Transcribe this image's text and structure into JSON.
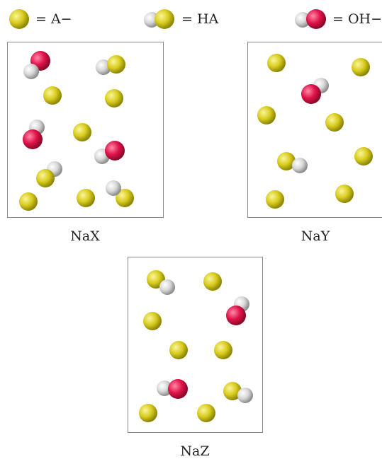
{
  "legend": [
    {
      "species": "anion",
      "label": "= A−"
    },
    {
      "species": "acid",
      "label": "= HA"
    },
    {
      "species": "hydroxide",
      "label": "= OH−"
    }
  ],
  "panels": [
    {
      "name": "NaX"
    },
    {
      "name": "NaY"
    },
    {
      "name": "NaZ"
    }
  ],
  "colors": {
    "anion": "#d8cc1e",
    "hydrogen": "#d7d7d7",
    "oxygen": "#e0124a"
  }
}
